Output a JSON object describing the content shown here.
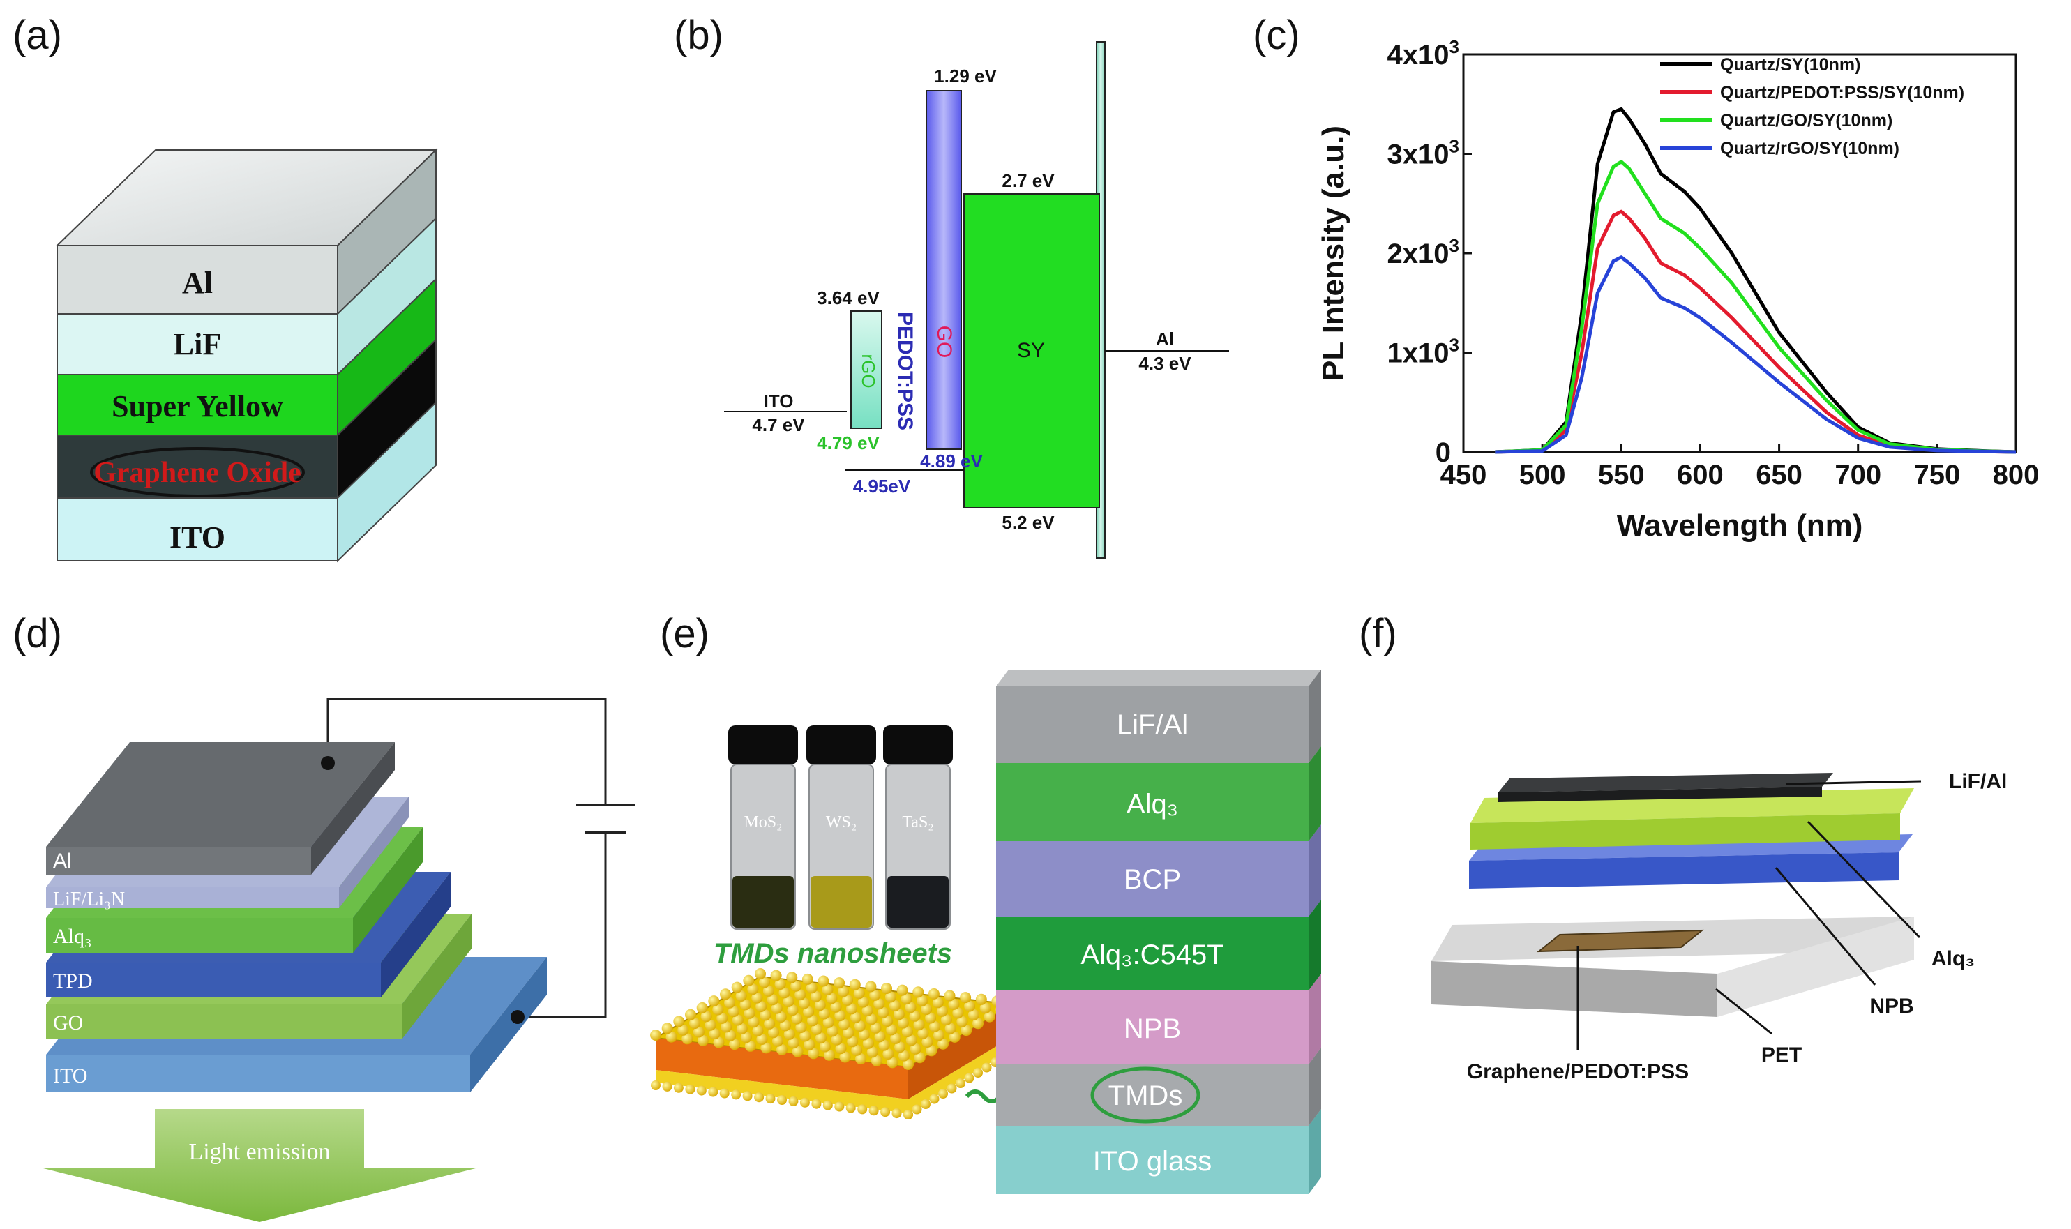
{
  "panels": {
    "a": {
      "label": "(a)",
      "layers": [
        "Al",
        "LiF",
        "Super Yellow",
        "Graphene Oxide",
        "ITO"
      ],
      "colors": {
        "Al": "#d9dedd",
        "LiF": "#dcf6f3",
        "Super Yellow": "#1ed61e",
        "Graphene Oxide": "#2e3a3b",
        "ITO": "#cdf3f5",
        "go_text": "#d11a1a"
      }
    },
    "b": {
      "label": "(b)",
      "bars": {
        "rgo": "rGO",
        "pedot": "PEDOT:PSS",
        "go": "GO",
        "sy": "SY"
      },
      "levels": {
        "go_top": "1.29 eV",
        "sy_top": "2.7 eV",
        "rgo_top": "3.64 eV",
        "ito_name": "ITO",
        "ito_val": "4.7 eV",
        "rgo_bot": "4.79 eV",
        "go_bot": "4.89 eV",
        "pedot_bot": "4.95eV",
        "sy_bot": "5.2 eV",
        "al_name": "Al",
        "al_val": "4.3 eV"
      }
    },
    "c": {
      "label": "(c)",
      "xlabel": "Wavelength (nm)",
      "ylabel": "PL Intensity (a.u.)",
      "xticks": [
        "450",
        "500",
        "550",
        "600",
        "650",
        "700",
        "750",
        "800"
      ],
      "yticks": [
        {
          "base": "0",
          "exp": ""
        },
        {
          "base": "1x10",
          "exp": "3"
        },
        {
          "base": "2x10",
          "exp": "3"
        },
        {
          "base": "3x10",
          "exp": "3"
        },
        {
          "base": "4x10",
          "exp": "3"
        }
      ]
    },
    "d": {
      "label": "(d)",
      "layers": [
        "Al",
        "LiF/Li₃N",
        "Alq₃",
        "TPD",
        "GO",
        "ITO"
      ],
      "arrow_text": "Light emission"
    },
    "e": {
      "label": "(e)",
      "vials": [
        "MoS₂",
        "WS₂",
        "TaS₂"
      ],
      "nanosheet_label": "TMDs nanosheets",
      "stack": [
        "LiF/Al",
        "Alq₃",
        "BCP",
        "Alq₃:C545T",
        "NPB",
        "TMDs",
        "ITO glass"
      ]
    },
    "f": {
      "label": "(f)",
      "labels": {
        "lifal": "LiF/Al",
        "alq": "Alq₃",
        "npb": "NPB",
        "pet": "PET",
        "graphene": "Graphene/PEDOT:PSS"
      }
    }
  },
  "chart_data": {
    "type": "line",
    "title": "",
    "xlabel": "Wavelength (nm)",
    "ylabel": "PL Intensity (a.u.)",
    "xlim": [
      450,
      800
    ],
    "ylim": [
      0,
      4000
    ],
    "grid": false,
    "legend_position": "top-right",
    "x": [
      470,
      500,
      515,
      525,
      535,
      545,
      550,
      555,
      565,
      575,
      590,
      600,
      620,
      650,
      680,
      700,
      720,
      750,
      780,
      800
    ],
    "series": [
      {
        "name": "Quartz/SY(10nm)",
        "color": "#000000",
        "values": [
          0,
          20,
          300,
          1400,
          2900,
          3420,
          3450,
          3350,
          3100,
          2800,
          2620,
          2450,
          2000,
          1200,
          600,
          250,
          90,
          30,
          10,
          0
        ]
      },
      {
        "name": "Quartz/PEDOT:PSS/SY(10nm)",
        "color": "#e31b2e",
        "values": [
          0,
          15,
          220,
          1000,
          2050,
          2380,
          2420,
          2350,
          2150,
          1900,
          1780,
          1650,
          1350,
          850,
          400,
          170,
          60,
          20,
          5,
          0
        ]
      },
      {
        "name": "Quartz/GO/SY(10nm)",
        "color": "#22e01e",
        "values": [
          0,
          20,
          270,
          1250,
          2500,
          2870,
          2920,
          2850,
          2600,
          2350,
          2200,
          2050,
          1700,
          1050,
          520,
          220,
          80,
          25,
          8,
          0
        ]
      },
      {
        "name": "Quartz/rGO/SY(10nm)",
        "color": "#2743d8",
        "values": [
          0,
          10,
          170,
          750,
          1600,
          1920,
          1960,
          1900,
          1750,
          1550,
          1450,
          1350,
          1100,
          700,
          330,
          140,
          50,
          15,
          5,
          0
        ]
      }
    ]
  }
}
